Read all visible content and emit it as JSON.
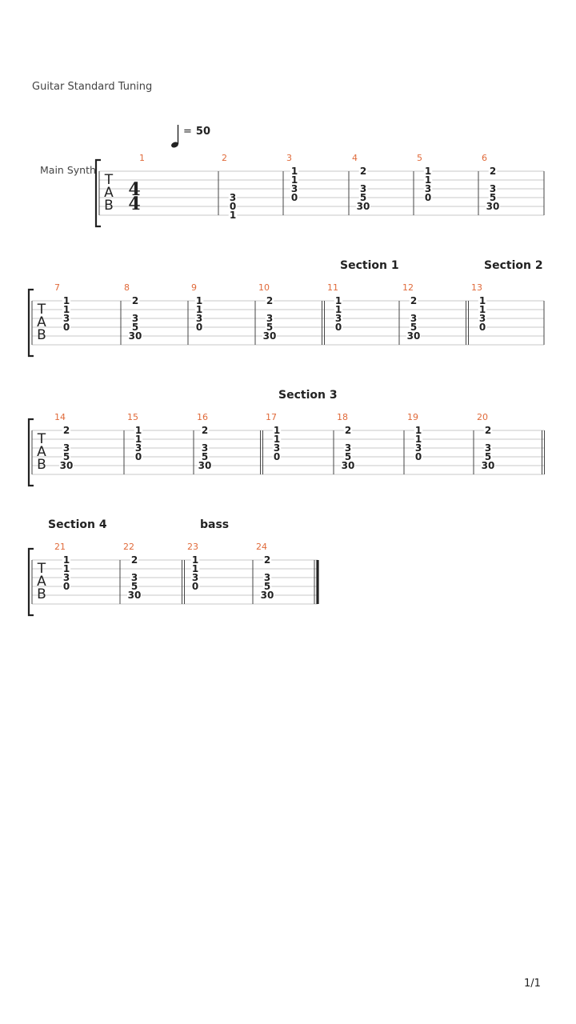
{
  "header": {
    "tuning": "Guitar Standard Tuning",
    "tempo_value": "50",
    "tempo_eq": "=",
    "track_name": "Main Synth"
  },
  "clef": [
    "T",
    "A",
    "B"
  ],
  "time_signature": [
    "4",
    "4"
  ],
  "footer": {
    "page": "1/1"
  },
  "systems": [
    {
      "sections": [],
      "bars": [
        {
          "num": "1",
          "notes": []
        },
        {
          "num": "2",
          "notes": [
            [
              3,
              "3"
            ],
            [
              4,
              "0"
            ],
            [
              5,
              "1"
            ]
          ]
        },
        {
          "num": "3",
          "notes": [
            [
              0,
              "1"
            ],
            [
              1,
              "1"
            ],
            [
              2,
              "3"
            ],
            [
              3,
              "0"
            ]
          ]
        },
        {
          "num": "4",
          "notes": [
            [
              0,
              "2"
            ],
            [
              2,
              "3"
            ],
            [
              3,
              "5"
            ],
            [
              4,
              "30"
            ]
          ]
        },
        {
          "num": "5",
          "notes": [
            [
              0,
              "1"
            ],
            [
              1,
              "1"
            ],
            [
              2,
              "3"
            ],
            [
              3,
              "0"
            ]
          ]
        },
        {
          "num": "6",
          "notes": [
            [
              0,
              "2"
            ],
            [
              2,
              "3"
            ],
            [
              3,
              "5"
            ],
            [
              4,
              "30"
            ]
          ]
        }
      ]
    },
    {
      "sections": [
        {
          "label": "Section 1",
          "bar": 4
        },
        {
          "label": "Section 2",
          "bar": 6
        }
      ],
      "bars": [
        {
          "num": "7",
          "notes": [
            [
              0,
              "1"
            ],
            [
              1,
              "1"
            ],
            [
              2,
              "3"
            ],
            [
              3,
              "0"
            ]
          ]
        },
        {
          "num": "8",
          "notes": [
            [
              0,
              "2"
            ],
            [
              2,
              "3"
            ],
            [
              3,
              "5"
            ],
            [
              4,
              "30"
            ]
          ]
        },
        {
          "num": "9",
          "notes": [
            [
              0,
              "1"
            ],
            [
              1,
              "1"
            ],
            [
              2,
              "3"
            ],
            [
              3,
              "0"
            ]
          ]
        },
        {
          "num": "10",
          "notes": [
            [
              0,
              "2"
            ],
            [
              2,
              "3"
            ],
            [
              3,
              "5"
            ],
            [
              4,
              "30"
            ]
          ]
        },
        {
          "num": "11",
          "notes": [
            [
              0,
              "1"
            ],
            [
              1,
              "1"
            ],
            [
              2,
              "3"
            ],
            [
              3,
              "0"
            ]
          ]
        },
        {
          "num": "12",
          "notes": [
            [
              0,
              "2"
            ],
            [
              2,
              "3"
            ],
            [
              3,
              "5"
            ],
            [
              4,
              "30"
            ]
          ]
        },
        {
          "num": "13",
          "notes": [
            [
              0,
              "1"
            ],
            [
              1,
              "1"
            ],
            [
              2,
              "3"
            ],
            [
              3,
              "0"
            ]
          ]
        }
      ]
    },
    {
      "sections": [
        {
          "label": "Section 3",
          "bar": 3
        }
      ],
      "bars": [
        {
          "num": "14",
          "notes": [
            [
              0,
              "2"
            ],
            [
              2,
              "3"
            ],
            [
              3,
              "5"
            ],
            [
              4,
              "30"
            ]
          ]
        },
        {
          "num": "15",
          "notes": [
            [
              0,
              "1"
            ],
            [
              1,
              "1"
            ],
            [
              2,
              "3"
            ],
            [
              3,
              "0"
            ]
          ]
        },
        {
          "num": "16",
          "notes": [
            [
              0,
              "2"
            ],
            [
              2,
              "3"
            ],
            [
              3,
              "5"
            ],
            [
              4,
              "30"
            ]
          ]
        },
        {
          "num": "17",
          "notes": [
            [
              0,
              "1"
            ],
            [
              1,
              "1"
            ],
            [
              2,
              "3"
            ],
            [
              3,
              "0"
            ]
          ]
        },
        {
          "num": "18",
          "notes": [
            [
              0,
              "2"
            ],
            [
              2,
              "3"
            ],
            [
              3,
              "5"
            ],
            [
              4,
              "30"
            ]
          ]
        },
        {
          "num": "19",
          "notes": [
            [
              0,
              "1"
            ],
            [
              1,
              "1"
            ],
            [
              2,
              "3"
            ],
            [
              3,
              "0"
            ]
          ]
        },
        {
          "num": "20",
          "notes": [
            [
              0,
              "2"
            ],
            [
              2,
              "3"
            ],
            [
              3,
              "5"
            ],
            [
              4,
              "30"
            ]
          ]
        }
      ]
    },
    {
      "sections": [
        {
          "label": "Section 4",
          "bar": 0
        },
        {
          "label": "bass",
          "bar": 2
        }
      ],
      "bars": [
        {
          "num": "21",
          "notes": [
            [
              0,
              "1"
            ],
            [
              1,
              "1"
            ],
            [
              2,
              "3"
            ],
            [
              3,
              "0"
            ]
          ]
        },
        {
          "num": "22",
          "notes": [
            [
              0,
              "2"
            ],
            [
              2,
              "3"
            ],
            [
              3,
              "5"
            ],
            [
              4,
              "30"
            ]
          ]
        },
        {
          "num": "23",
          "notes": [
            [
              0,
              "1"
            ],
            [
              1,
              "1"
            ],
            [
              2,
              "3"
            ],
            [
              3,
              "0"
            ]
          ]
        },
        {
          "num": "24",
          "notes": [
            [
              0,
              "2"
            ],
            [
              2,
              "3"
            ],
            [
              3,
              "5"
            ],
            [
              4,
              "30"
            ]
          ]
        }
      ]
    }
  ]
}
